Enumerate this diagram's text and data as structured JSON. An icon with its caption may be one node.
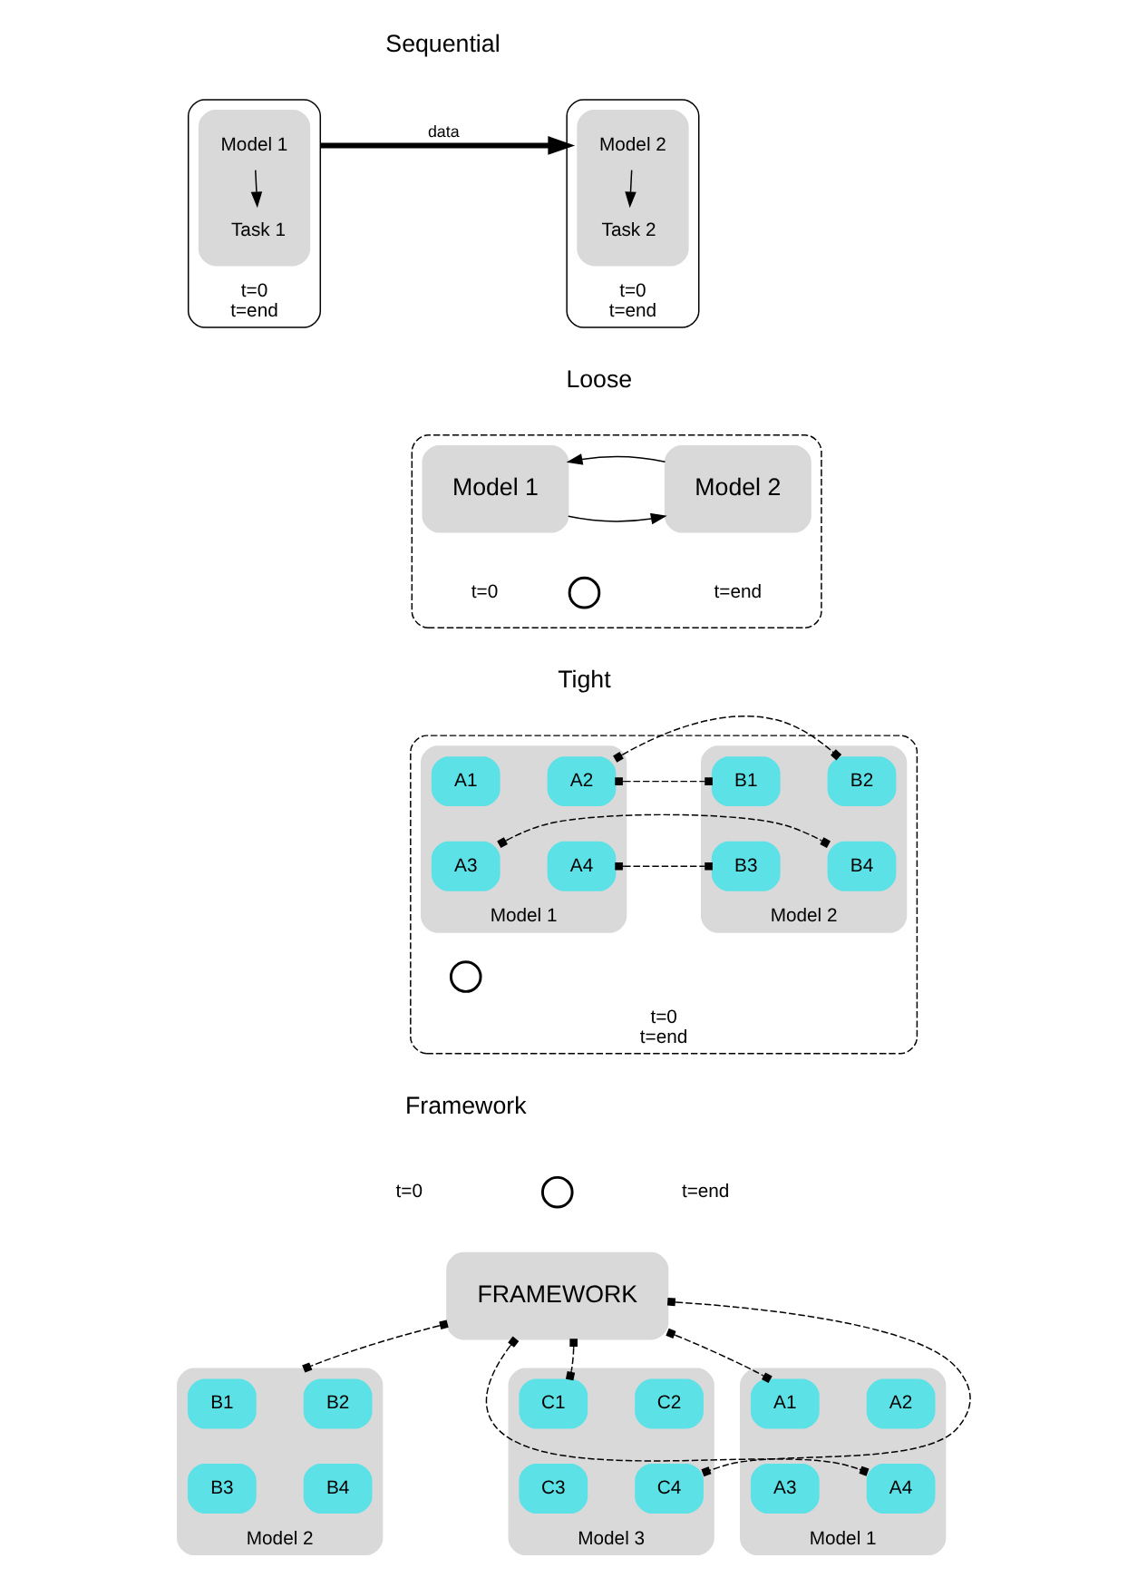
{
  "diagram": {
    "nodes": [
      {
        "text": [
          "t=0",
          "t=end"
        ]
      },
      {
        "text": [],
        "shape": "box",
        "in": 0
      },
      {
        "text": [
          "Model 1"
        ],
        "in": 1
      },
      {
        "text": [
          "Task 1"
        ],
        "in": 1
      },
      {
        "text": [
          "t=0",
          "t=end"
        ]
      },
      {
        "text": [],
        "shape": "box",
        "in": 4
      },
      {
        "text": [
          "Model 2"
        ],
        "in": 5
      },
      {
        "text": [
          "Task 2"
        ],
        "in": 5
      },
      {
        "text": [],
        "shape": "box"
      },
      {
        "text": [
          "Model 1"
        ],
        "beside": [
          "t=0"
        ],
        "in": 8
      },
      {
        "text": [
          "Model 2"
        ],
        "beside": [
          "t=end"
        ],
        "in": 8
      },
      {
        "text": [],
        "shape": "clock",
        "in": 8
      },
      {
        "text": [
          "t=0",
          "t=end"
        ]
      },
      {
        "text": [
          "Model 1"
        ],
        "in": 12
      },
      {
        "text": [
          "A1"
        ],
        "in": 13
      },
      {
        "text": [
          "A2"
        ],
        "in": 13
      },
      {
        "text": [
          "A3"
        ],
        "in": 13
      },
      {
        "text": [
          "A4"
        ],
        "in": 13
      },
      {
        "text": [
          "Model 2"
        ],
        "in": 12
      },
      {
        "text": [
          "B1"
        ],
        "in": 18
      },
      {
        "text": [
          "B2"
        ],
        "in": 18
      },
      {
        "text": [
          "B3"
        ],
        "in": 18
      },
      {
        "text": [
          "B4"
        ],
        "in": 18
      },
      {
        "text": [],
        "shape": "clock",
        "in": 12
      },
      {
        "text": [],
        "shape": "clock"
      },
      {
        "text": [
          "FRAMEWORK"
        ],
        "beside": [
          "t=0",
          "t=end"
        ]
      },
      {
        "text": [
          "Model 1"
        ]
      },
      {
        "text": [
          "A1"
        ],
        "in": 26
      },
      {
        "text": [
          "A2"
        ],
        "in": 26
      },
      {
        "text": [
          "A3"
        ],
        "in": 26
      },
      {
        "text": [
          "A4"
        ],
        "in": 26
      },
      {
        "text": [
          "Model 2"
        ]
      },
      {
        "text": [
          "B1"
        ],
        "in": 31
      },
      {
        "text": [
          "B2"
        ],
        "in": 31
      },
      {
        "text": [
          "B3"
        ],
        "in": 31
      },
      {
        "text": [
          "B4"
        ],
        "in": 31
      },
      {
        "text": [
          "Model 3"
        ]
      },
      {
        "text": [
          "C1"
        ],
        "in": 36
      },
      {
        "text": [
          "C2"
        ],
        "in": 36
      },
      {
        "text": [
          "C3"
        ],
        "in": 36
      },
      {
        "text": [
          "C4"
        ],
        "in": 36
      }
    ],
    "edges": [
      {
        "from": 2,
        "to": 3,
        "arrow": "to"
      },
      {
        "from": 6,
        "to": 7,
        "arrow": "to"
      },
      {
        "from": 0,
        "to": 4,
        "arrow": "to",
        "label": "data",
        "style": "thick"
      },
      {
        "from": 9,
        "to": 10,
        "arrow": "to"
      },
      {
        "from": 10,
        "to": 9,
        "arrow": "to"
      },
      {
        "from": 15,
        "to": 19,
        "arrow": "other",
        "style": "dashed"
      },
      {
        "from": 15,
        "to": 20,
        "arrow": "other",
        "style": "dashed"
      },
      {
        "from": 17,
        "to": 21,
        "arrow": "other",
        "style": "dashed"
      },
      {
        "from": 16,
        "to": 22,
        "arrow": "other",
        "style": "dashed"
      },
      {
        "from": 25,
        "to": 27,
        "arrow": "other",
        "style": "dashed"
      },
      {
        "from": 25,
        "to": 30,
        "arrow": "other",
        "style": "dashed"
      },
      {
        "from": 25,
        "to": 31,
        "arrow": "other",
        "style": "dashed"
      },
      {
        "from": 25,
        "to": 37,
        "arrow": "other",
        "style": "dashed"
      },
      {
        "from": 25,
        "to": 40,
        "arrow": "other",
        "style": "dashed"
      }
    ],
    "labels": [
      "Sequential",
      "Loose",
      "Tight",
      "Framework"
    ]
  }
}
